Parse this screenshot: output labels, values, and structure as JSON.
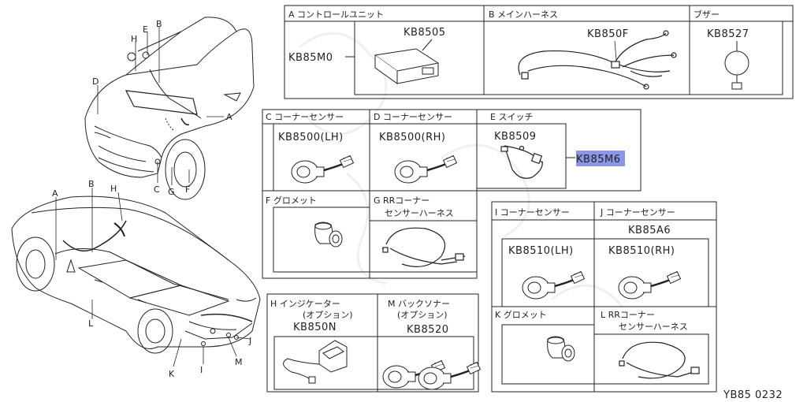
{
  "sections": {
    "A": {
      "title": "A コントロールユニット",
      "parts": [
        "KB8505"
      ],
      "ref": "KB85M0"
    },
    "B": {
      "title": "B メインハーネス",
      "parts": [
        "KB850F"
      ]
    },
    "buzzer": {
      "title": "ブザー",
      "parts": [
        "KB8527"
      ]
    },
    "C": {
      "title": "C コーナーセンサー",
      "parts": [
        "KB8500(LH)"
      ]
    },
    "D": {
      "title": "D コーナーセンサー",
      "parts": [
        "KB8500(RH)"
      ]
    },
    "E": {
      "title": "E スイッチ",
      "parts": [
        "KB8509"
      ],
      "ref": "KB85M6"
    },
    "F": {
      "title": "F グロメット"
    },
    "G": {
      "title_lines": [
        "G RRコーナー",
        "センサーハーネス"
      ]
    },
    "I": {
      "title": "I コーナーセンサー",
      "parts": [
        "KB8510(LH)"
      ]
    },
    "J": {
      "title": "J コーナーセンサー",
      "parts": [
        "KB8510(RH)"
      ],
      "ref": "KB85A6"
    },
    "K": {
      "title": "K グロメット"
    },
    "L": {
      "title_lines": [
        "L RRコーナー",
        "センサーハーネス"
      ]
    },
    "H": {
      "title_lines": [
        "H インジケーター",
        "(オプション)"
      ],
      "parts": [
        "KB850N"
      ]
    },
    "M": {
      "title_lines": [
        "M バックソナー",
        "(オプション)"
      ],
      "parts": [
        "KB8520"
      ]
    }
  },
  "car_labels_front": [
    "H",
    "E",
    "B",
    "D",
    "A",
    "C",
    "G",
    "F"
  ],
  "car_labels_rear": [
    "A",
    "B",
    "H",
    "L",
    "K",
    "I",
    "M",
    "J"
  ],
  "footer_code": "YB85 0232",
  "highlight_color": "#8a96e6"
}
